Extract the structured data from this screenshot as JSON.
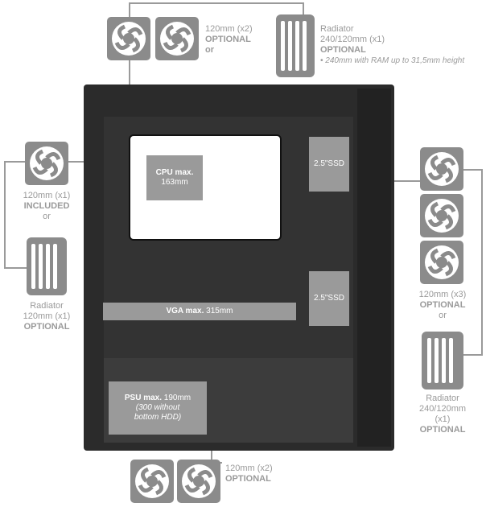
{
  "top_fans": {
    "label_1": "120mm (x2)",
    "label_2": "OPTIONAL",
    "label_3": "or"
  },
  "top_radiator": {
    "label_1": "Radiator",
    "label_2": "240/120mm (x1)",
    "label_3": "OPTIONAL",
    "note": "• 240mm with RAM up to 31,5mm height"
  },
  "rear_fan": {
    "label_1": "120mm (x1)",
    "label_2": "INCLUDED",
    "label_3": "or"
  },
  "rear_radiator": {
    "label_1": "Radiator",
    "label_2": "120mm (x1)",
    "label_3": "OPTIONAL"
  },
  "front_fans": {
    "label_1": "120mm (x3)",
    "label_2": "OPTIONAL",
    "label_3": "or"
  },
  "front_radiator": {
    "label_1": "Radiator",
    "label_2": "240/120mm",
    "label_3": "(x1)",
    "label_4": "OPTIONAL"
  },
  "bottom_fans": {
    "label_1": "120mm (x2)",
    "label_2": "OPTIONAL"
  },
  "cpu": {
    "label_1": "CPU max.",
    "label_2": "163mm"
  },
  "ssd_top": {
    "label": "2.5\"SSD"
  },
  "ssd_mid": {
    "label": "2.5\"SSD"
  },
  "vga": {
    "label_bold": "VGA max.",
    "label_rest": "315mm"
  },
  "psu": {
    "label_bold": "PSU max.",
    "label_rest": "190mm",
    "note_1": "(300 without",
    "note_2": "bottom HDD)"
  }
}
